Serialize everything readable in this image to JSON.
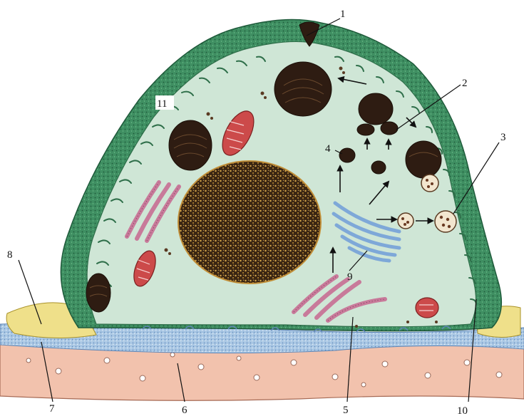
{
  "figure": {
    "labels": {
      "l1": "1",
      "l2": "2",
      "l3": "3",
      "l4": "4",
      "l5": "5",
      "l6": "6",
      "l7": "7",
      "l8": "8",
      "l9": "9",
      "l10": "10",
      "l11": "11"
    },
    "colors": {
      "cell_outer": "#3f8f62",
      "cytoplasm": "#cfe6d6",
      "nucleus": "#3a2512",
      "chromatin": "#d4a64b",
      "granule_dark": "#2e1c12",
      "mitochondria": "#cc4a4a",
      "er": "#c87a9a",
      "golgi": "#7ea8d8",
      "basal_membrane": "#a9c7e4",
      "connective": "#f2c2ad",
      "fat": "#efe08a"
    },
    "icons": [
      "nucleus-icon",
      "granule-icon",
      "mitochondrion-icon",
      "golgi-icon",
      "rough-er-icon",
      "vesicle-icon",
      "arrow-icon"
    ]
  }
}
